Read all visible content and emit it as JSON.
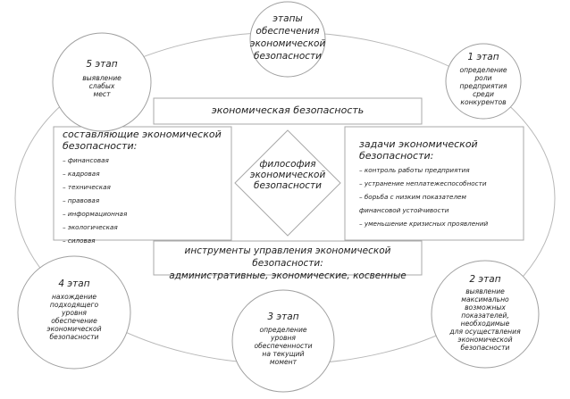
{
  "center_top": {
    "title_lines": [
      "этапы",
      "обеспечения",
      "экономической",
      "безопасности"
    ]
  },
  "stage1": {
    "title": "1 этап",
    "body": [
      "определение",
      "роли",
      "предприятия",
      "среди",
      "конкурентов"
    ]
  },
  "stage2": {
    "title": "2 этап",
    "body": [
      "выявление",
      "максимально",
      "возможных",
      "показателей,",
      "необходимые",
      "для осуществления",
      "экономической",
      "безопасности"
    ]
  },
  "stage3": {
    "title": "3 этап",
    "body": [
      "определение",
      "уровня",
      "обеспеченности",
      "на текущий",
      "момент"
    ]
  },
  "stage4": {
    "title": "4 этап",
    "body": [
      "нахождение",
      "подходящего",
      "уровня",
      "обеспечение",
      "экономической",
      "безопасности"
    ]
  },
  "stage5": {
    "title": "5 этап",
    "body": [
      "выявление",
      "слабых",
      "мест"
    ]
  },
  "econ_security": "экономическая безопасность",
  "components": {
    "title_lines": [
      "составляющие экономической",
      "безопасности:"
    ],
    "items": [
      "– финансовая",
      "– кадровая",
      "– техническая",
      "– правовая",
      "– информационная",
      "– экологическая",
      "– силовая"
    ]
  },
  "philosophy": {
    "lines": [
      "философия",
      "экономической",
      "безопасности"
    ]
  },
  "tasks": {
    "title_lines": [
      "задачи экономической",
      "безопасности:"
    ],
    "items": [
      "– контроль работы предприятия",
      "– устранение неплатежеспособности",
      "– борьба с низким показателем",
      "финансовой устойчивости",
      "– уменьшение кризисных проявлений"
    ]
  },
  "instruments": {
    "lines": [
      "инструменты управления экономической безопасности:",
      "административные, экономические, косвенные"
    ]
  }
}
